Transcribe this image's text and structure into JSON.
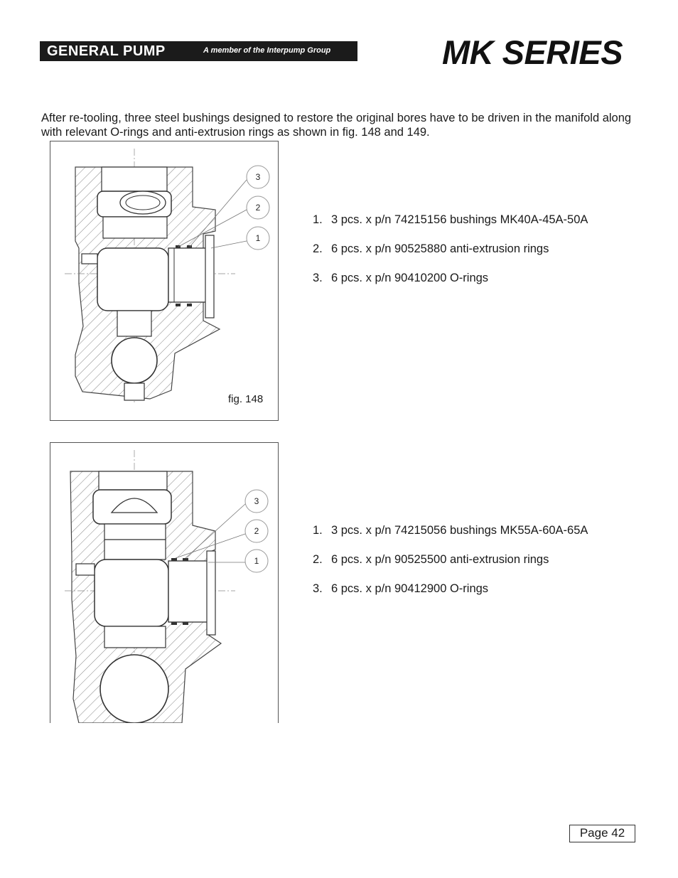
{
  "header": {
    "brand_name": "GENERAL PUMP",
    "brand_tagline": "A member of the Interpump Group",
    "series_title": "MK SERIES"
  },
  "intro_text": "After re-tooling, three steel bushings designed to restore the original bores have to be driven in the manifold along with relevant O-rings and anti-extrusion rings as shown in fig. 148 and 149.",
  "figure_148": {
    "caption": "fig. 148",
    "callouts": [
      "3",
      "2",
      "1"
    ]
  },
  "figure_149": {
    "callouts": [
      "3",
      "2",
      "1"
    ]
  },
  "parts_148": [
    {
      "num": "1.",
      "text": "3 pcs. x p/n 74215156 bushings MK40A-45A-50A"
    },
    {
      "num": "2.",
      "text": "6 pcs. x p/n 90525880 anti-extrusion rings"
    },
    {
      "num": "3.",
      "text": "6 pcs. x p/n 90410200 O-rings"
    }
  ],
  "parts_149": [
    {
      "num": "1.",
      "text": "3 pcs. x p/n 74215056 bushings MK55A-60A-65A"
    },
    {
      "num": "2.",
      "text": "6 pcs. x p/n 90525500 anti-extrusion rings"
    },
    {
      "num": "3.",
      "text": "6 pcs. x p/n 90412900 O-rings"
    }
  ],
  "footer": {
    "page_label": "Page 42"
  }
}
